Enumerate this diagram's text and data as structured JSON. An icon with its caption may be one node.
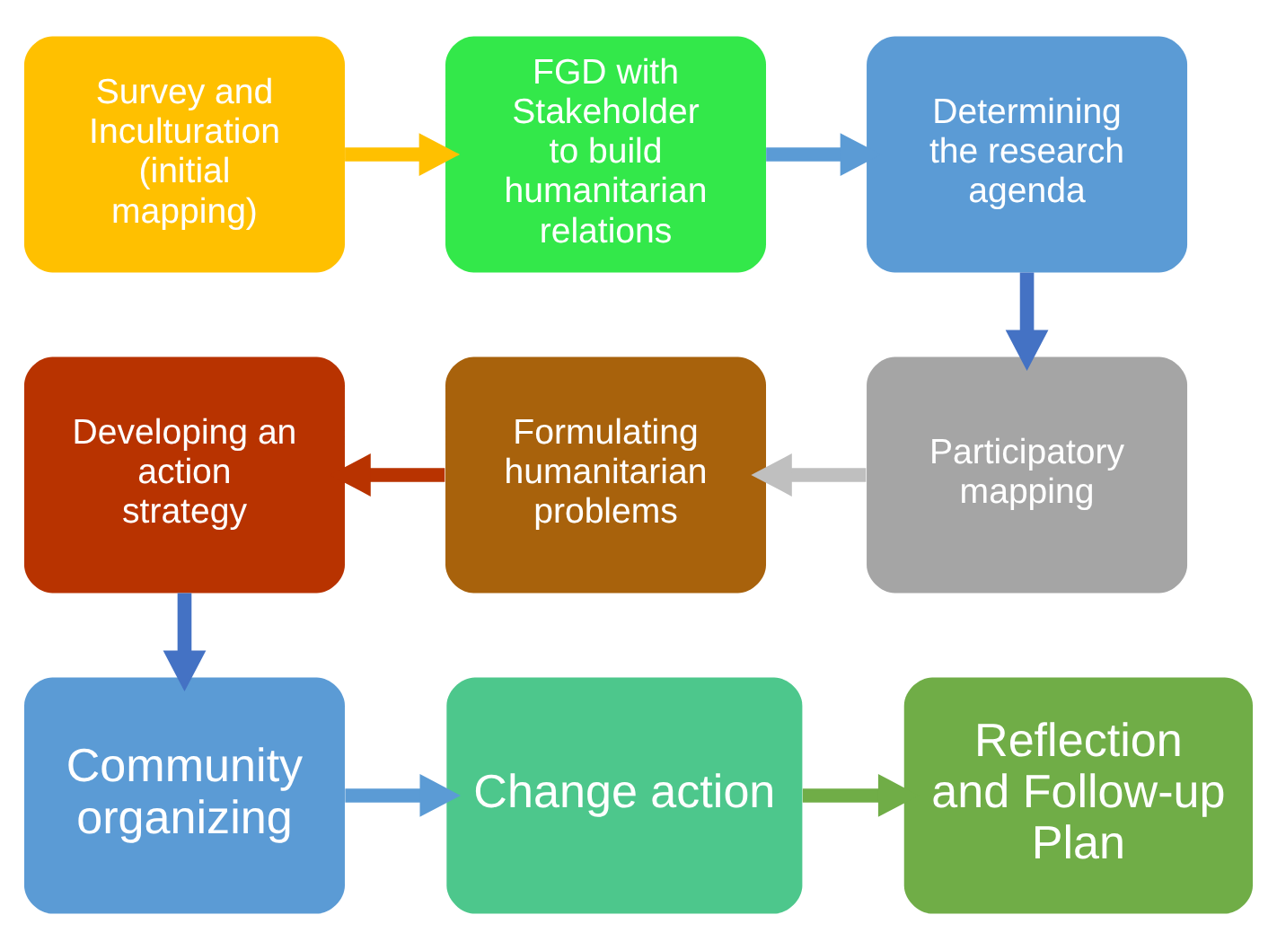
{
  "diagram": {
    "nodes": [
      {
        "text": [
          "Survey and Inculturation (initial mapping)"
        ]
      },
      {
        "text": [
          "FGD with Stakeholder to build humanitarian relations"
        ]
      },
      {
        "text": [
          "Determining the research agenda"
        ]
      },
      {
        "text": [
          "Participatory mapping"
        ]
      },
      {
        "text": [
          "Formulating humanitarian problems"
        ]
      },
      {
        "text": [
          "Developing an action strategy"
        ]
      },
      {
        "text": [
          "Community organizing"
        ]
      },
      {
        "text": [
          "Change action"
        ]
      },
      {
        "text": [
          "Reflection and Follow-up Plan"
        ]
      }
    ],
    "edges": [
      {
        "from": 0,
        "to": 1,
        "arrow": "to",
        "color": "#ffc000"
      },
      {
        "from": 1,
        "to": 2,
        "arrow": "to",
        "color": "#5b9bd5"
      },
      {
        "from": 2,
        "to": 3,
        "arrow": "to",
        "color": "#4472c4"
      },
      {
        "from": 3,
        "to": 4,
        "arrow": "to",
        "color": "#bfbfbf"
      },
      {
        "from": 4,
        "to": 5,
        "arrow": "to",
        "color": "#b83300"
      },
      {
        "from": 5,
        "to": 6,
        "arrow": "to",
        "color": "#4472c4"
      },
      {
        "from": 6,
        "to": 7,
        "arrow": "to",
        "color": "#5b9bd5"
      },
      {
        "from": 7,
        "to": 8,
        "arrow": "to",
        "color": "#70ad47"
      }
    ]
  }
}
